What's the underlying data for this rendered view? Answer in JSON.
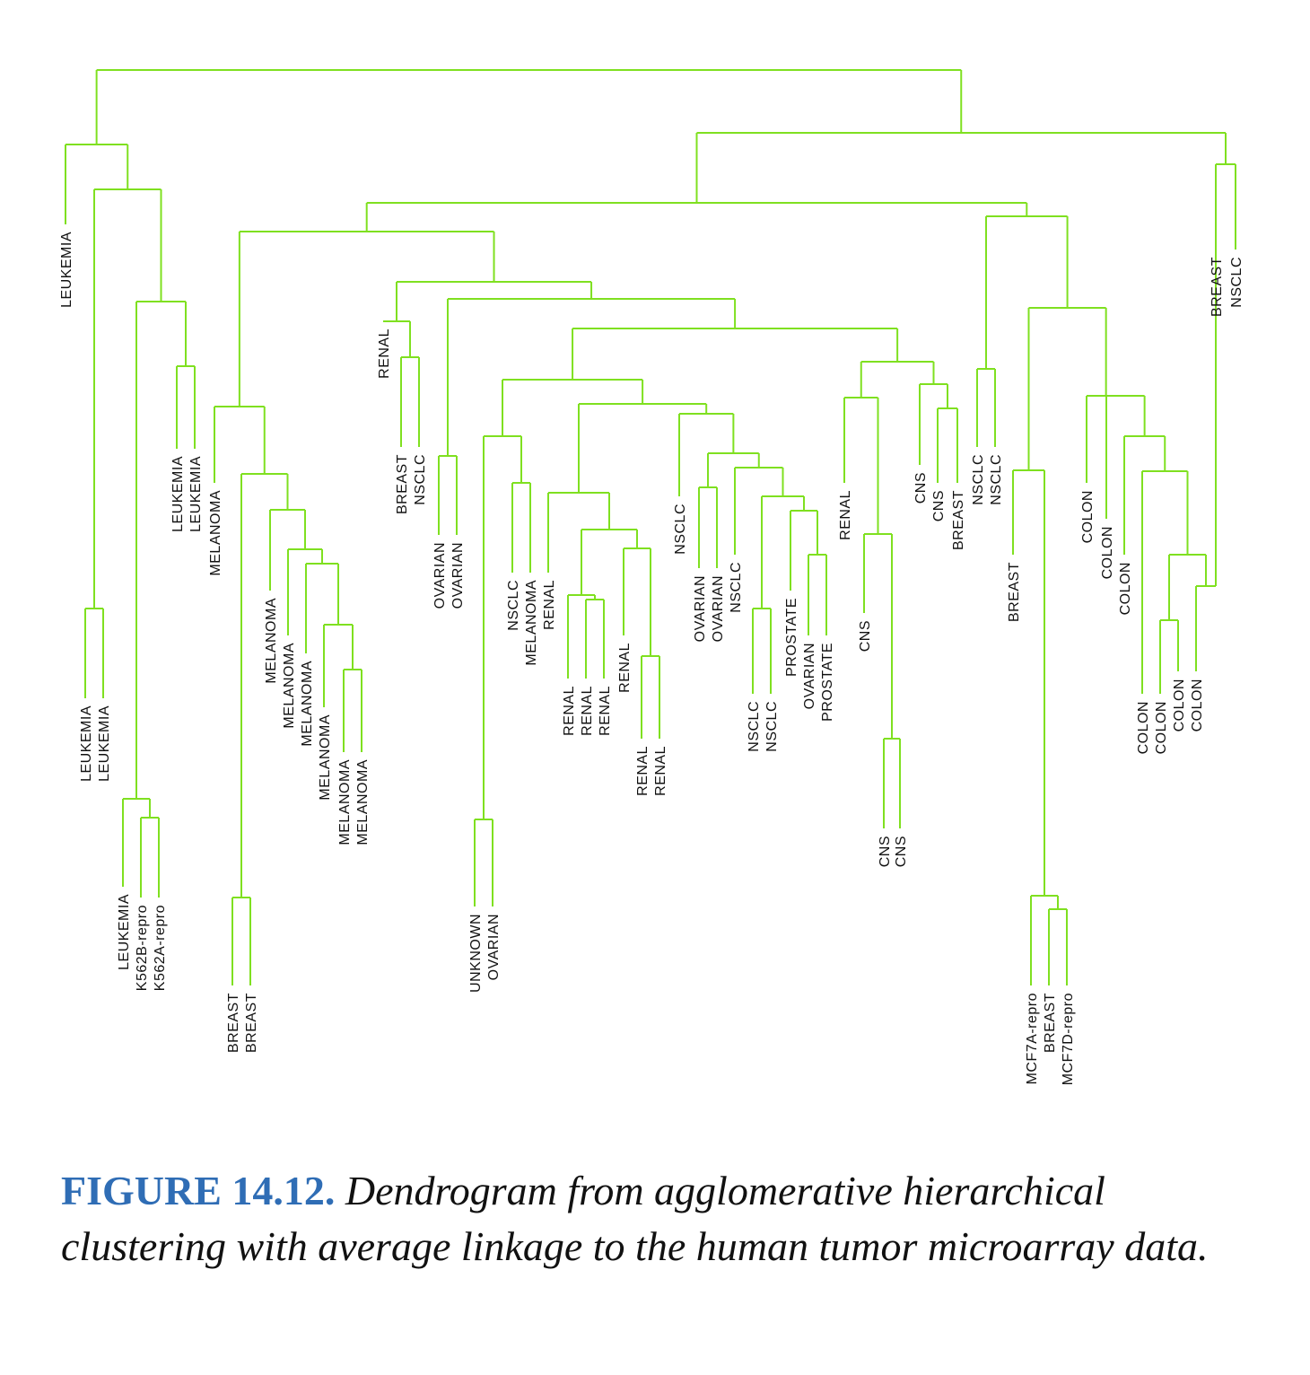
{
  "figure": {
    "label": "FIGURE 14.12.",
    "caption": "Dendrogram from agglomerative hierarchical clustering with average linkage to the human tumor microarray data.",
    "line_color": "#7fe020",
    "label_color": "#2f6db5"
  },
  "leaves": [
    "LEUKEMIA",
    "LEUKEMIA",
    "LEUKEMIA",
    "LEUKEMIA",
    "K562B-repro",
    "K562A-repro",
    "LEUKEMIA",
    "LEUKEMIA",
    "MELANOMA",
    "BREAST",
    "BREAST",
    "MELANOMA",
    "MELANOMA",
    "MELANOMA",
    "MELANOMA",
    "MELANOMA",
    "MELANOMA",
    "RENAL",
    "BREAST",
    "NSCLC",
    "OVARIAN",
    "OVARIAN",
    "UNKNOWN",
    "OVARIAN",
    "NSCLC",
    "MELANOMA",
    "RENAL",
    "RENAL",
    "RENAL",
    "RENAL",
    "RENAL",
    "RENAL",
    "RENAL",
    "NSCLC",
    "OVARIAN",
    "OVARIAN",
    "NSCLC",
    "NSCLC",
    "NSCLC",
    "PROSTATE",
    "OVARIAN",
    "PROSTATE",
    "RENAL",
    "CNS",
    "CNS",
    "CNS",
    "CNS",
    "CNS",
    "BREAST",
    "NSCLC",
    "NSCLC",
    "BREAST",
    "MCF7A-repro",
    "BREAST",
    "MCF7D-repro",
    "COLON",
    "COLON",
    "COLON",
    "COLON",
    "COLON",
    "COLON",
    "COLON",
    "BREAST",
    "NSCLC"
  ]
}
